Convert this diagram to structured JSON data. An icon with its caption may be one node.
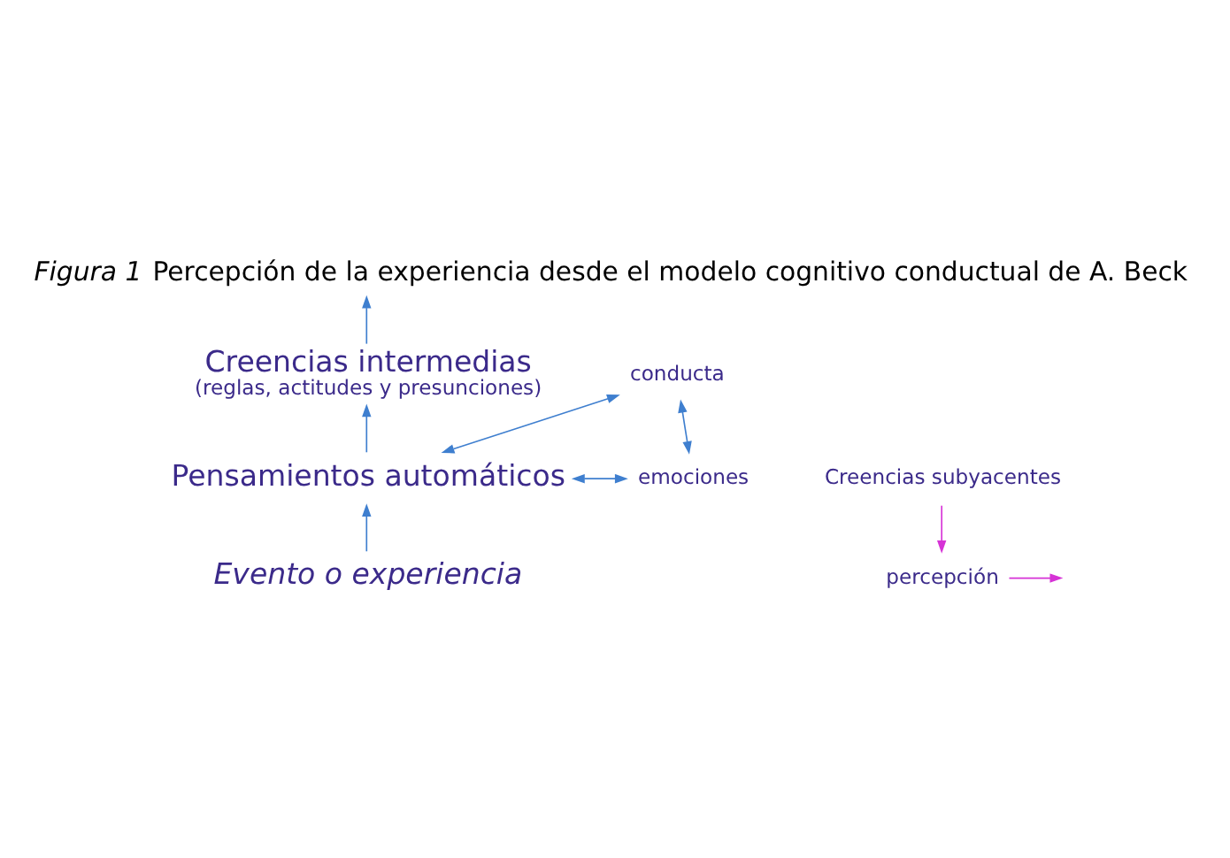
{
  "diagram": {
    "title": "*Figura 1* Percepción de la experiencia desde el modelo cognitivo conductual de A. Beck",
    "nodes": [
      {
        "text": [
          "Creencias intermedias",
          "(reglas, actitudes y presunciones)"
        ]
      },
      {
        "text": [
          "conducta"
        ]
      },
      {
        "text": [
          "Pensamientos automáticos"
        ]
      },
      {
        "text": [
          "emociones"
        ]
      },
      {
        "text": [
          "Creencias subyacentes"
        ]
      },
      {
        "text": [
          "percepción"
        ]
      },
      {
        "text": [
          "Evento o experiencia"
        ]
      }
    ],
    "edges": [
      {
        "from": 0,
        "to": null,
        "arrow": "to"
      },
      {
        "from": 2,
        "to": 0,
        "arrow": "to"
      },
      {
        "from": 2,
        "to": 1,
        "arrow": "both"
      },
      {
        "from": 2,
        "to": 3,
        "arrow": "both"
      },
      {
        "from": 1,
        "to": 3,
        "arrow": "both"
      },
      {
        "from": 6,
        "to": 2,
        "arrow": "to"
      },
      {
        "from": 4,
        "to": 5,
        "arrow": "to",
        "color": "#d633d6"
      },
      {
        "from": 5,
        "to": null,
        "arrow": "to",
        "color": "#d633d6"
      }
    ]
  }
}
